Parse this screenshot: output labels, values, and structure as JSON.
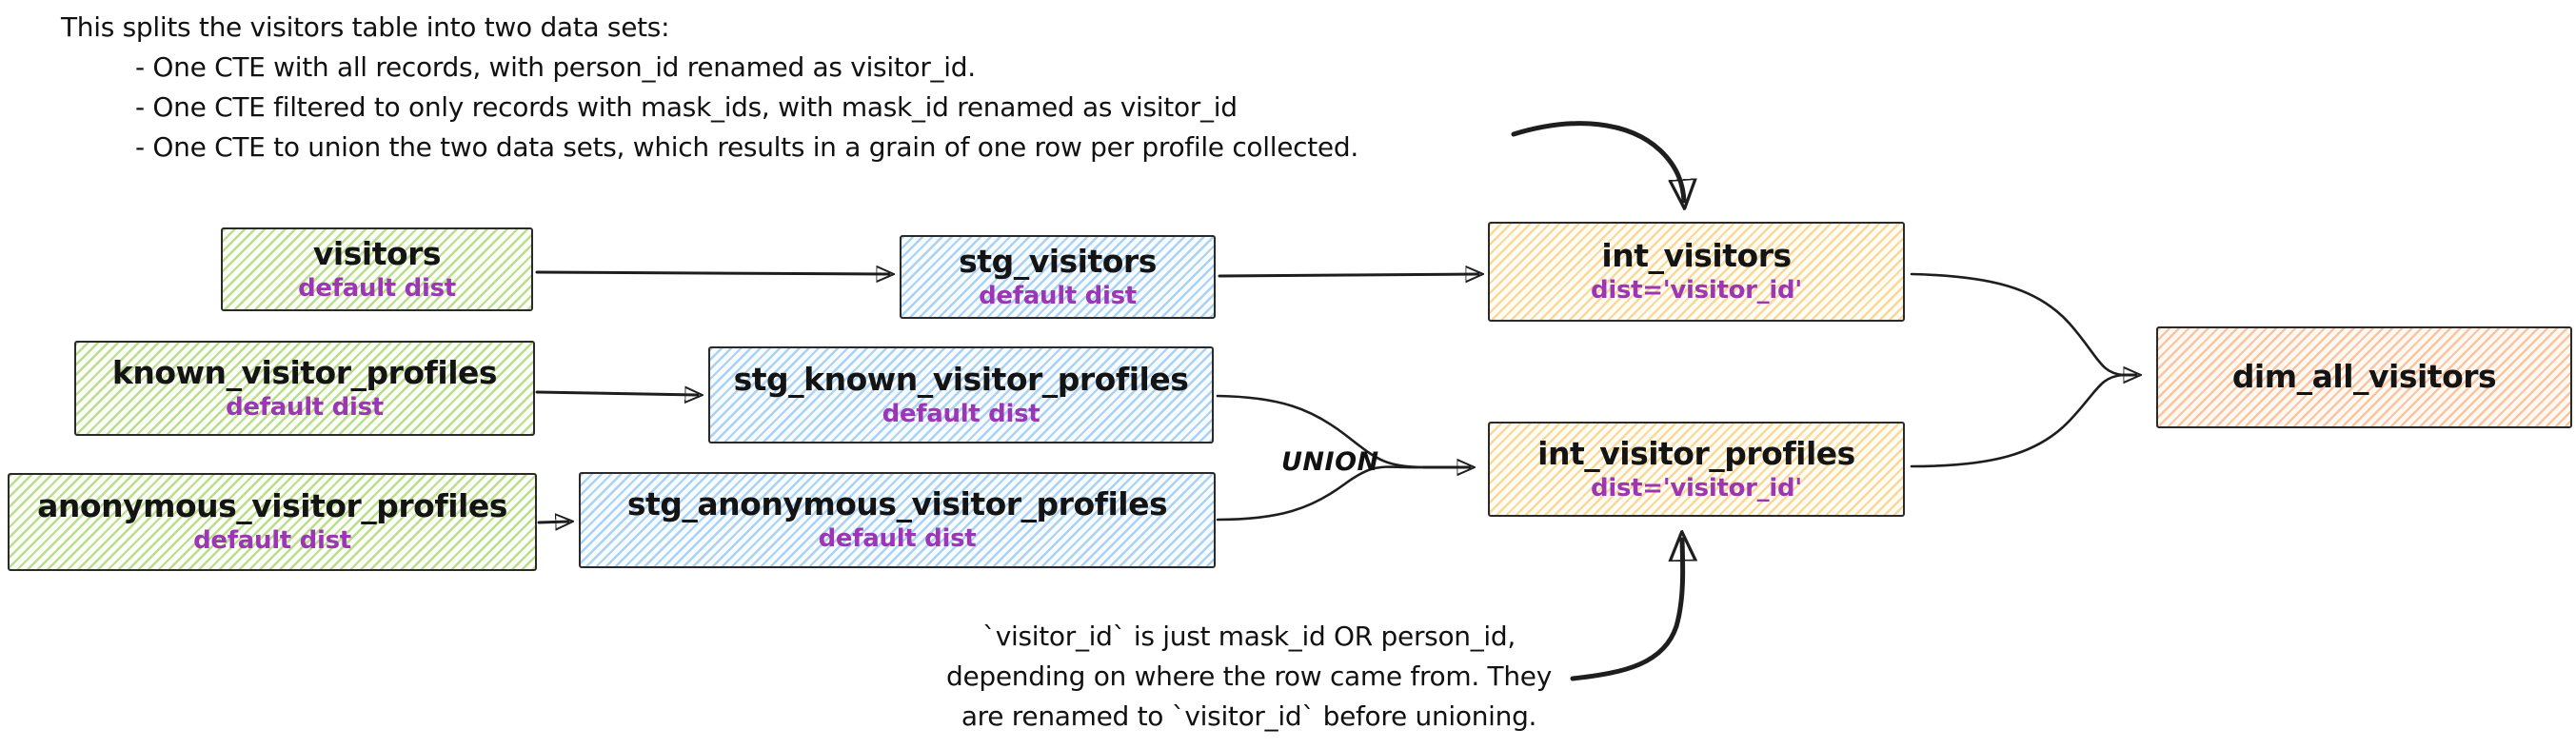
{
  "annotations": {
    "top": {
      "intro": "This splits the visitors table into two data sets:",
      "bullets": [
        "- One CTE with all records, with person_id renamed as visitor_id.",
        "- One CTE filtered to only records with mask_ids, with mask_id renamed as visitor_id",
        "- One CTE to union the two data sets, which results in a grain of one row per profile collected."
      ]
    },
    "bottom": {
      "lines": [
        "`visitor_id` is just mask_id OR person_id,",
        "depending on where the row came from. They",
        "are renamed to `visitor_id` before unioning."
      ]
    },
    "union_label": "UNION"
  },
  "nodes": {
    "visitors": {
      "label": "visitors",
      "dist": "default dist"
    },
    "stg_visitors": {
      "label": "stg_visitors",
      "dist": "default dist"
    },
    "int_visitors": {
      "label": "int_visitors",
      "dist": "dist='visitor_id'"
    },
    "known_visitor_profiles": {
      "label": "known_visitor_profiles",
      "dist": "default dist"
    },
    "stg_known_visitor_profiles": {
      "label": "stg_known_visitor_profiles",
      "dist": "default dist"
    },
    "anonymous_visitor_profiles": {
      "label": "anonymous_visitor_profiles",
      "dist": "default dist"
    },
    "stg_anonymous_visitor_profiles": {
      "label": "stg_anonymous_visitor_profiles",
      "dist": "default dist"
    },
    "int_visitor_profiles": {
      "label": "int_visitor_profiles",
      "dist": "dist='visitor_id'"
    },
    "dim_all_visitors": {
      "label": "dim_all_visitors"
    }
  },
  "colors": {
    "source_green_hachure": "#82c33c",
    "staging_blue_hachure": "#5aa8eb",
    "intermediate_yellow_hachure": "#f6ba50",
    "mart_orange_hachure": "#f7985c",
    "dist_label_purple": "#9c36b5",
    "stroke_black": "#1e1e1e",
    "background": "#ffffff"
  }
}
